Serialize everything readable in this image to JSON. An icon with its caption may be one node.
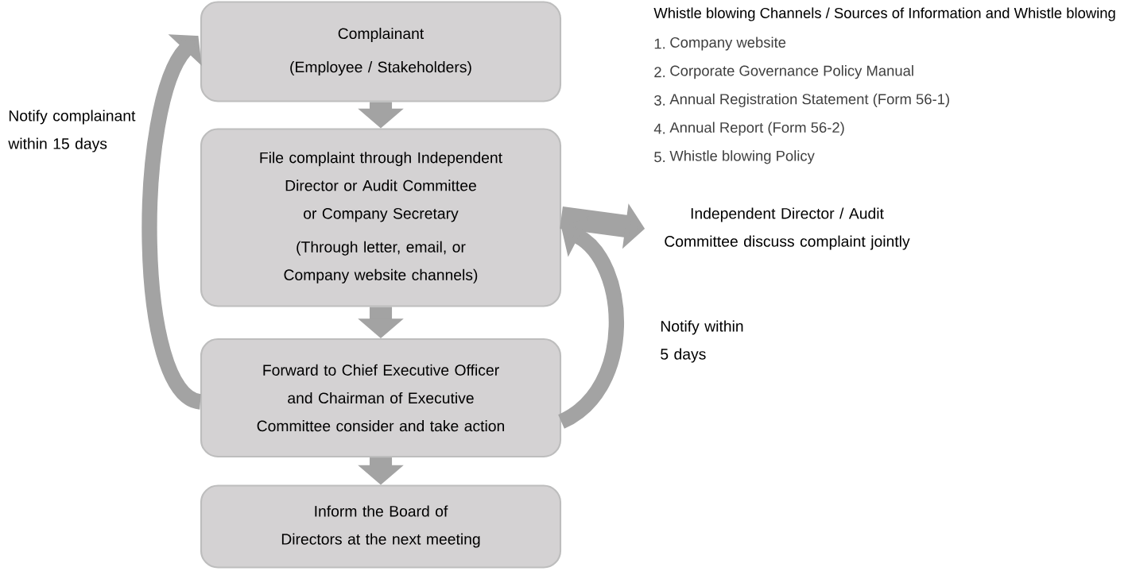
{
  "diagram": {
    "nodes": [
      {
        "text": [
          "Complainant",
          "(Employee / Stakeholders)"
        ]
      },
      {
        "text": [
          "File complaint through Independent Director or Audit Committee or Company Secretary",
          "(Through letter, email, or Company website channels)"
        ]
      },
      {
        "text": [
          "Forward to Chief Executive Officer and Chairman of Executive Committee consider and take action"
        ]
      },
      {
        "text": [
          "Inform the Board of Directors at the next meeting"
        ]
      },
      {
        "text": [
          "Independent Director / Audit Committee discuss complaint jointly"
        ]
      }
    ],
    "edges": [
      {
        "from": 0,
        "to": 1,
        "arrow": "to"
      },
      {
        "from": 1,
        "to": 2,
        "arrow": "to"
      },
      {
        "from": 2,
        "to": 3,
        "arrow": "to"
      },
      {
        "from": 1,
        "to": 4,
        "arrow": "to"
      },
      {
        "from": 2,
        "to": 0,
        "arrow": "to",
        "label": "Notify complainant within 15 days"
      },
      {
        "from": 2,
        "to": 1,
        "arrow": "to",
        "label": "Notify within 5 days"
      }
    ],
    "labels": [
      "Whistle blowing Channels / Sources of Information and Whistle blowing",
      "1.",
      "Company website",
      "2.",
      "Corporate Governance Policy Manual",
      "3.",
      "Annual Registration Statement (Form 56-1)",
      "4.",
      "Annual Report (Form 56-2)",
      "5.",
      "Whistle blowing Policy"
    ]
  }
}
